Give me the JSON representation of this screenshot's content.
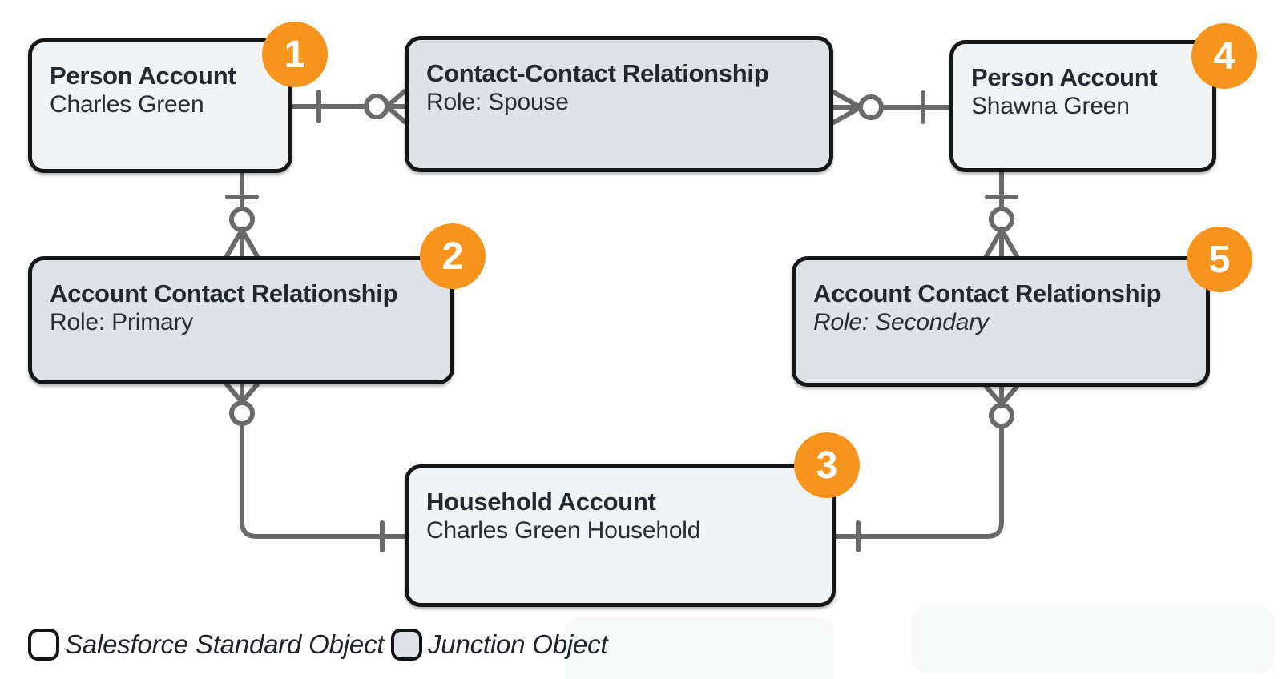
{
  "diagram": {
    "title_hint": "Salesforce person-account household relationship ER diagram",
    "colors": {
      "badge_orange": "#F7941E",
      "connector_gray": "#6A6A6A",
      "standard_object_fill": "#F2F3F5",
      "junction_object_fill": "#DFE2E6",
      "box_border": "#151618",
      "text": "#232930"
    },
    "entities": [
      {
        "id": "person-account-1",
        "title": "Person Account",
        "subtitle": "Charles Green",
        "badge": "1",
        "object_type": "standard"
      },
      {
        "id": "contact-contact-relationship",
        "title": "Contact-Contact Relationship",
        "subtitle": "Role: Spouse",
        "badge": "",
        "object_type": "junction"
      },
      {
        "id": "household-account",
        "title": "Household Account",
        "subtitle": "Charles Green Household",
        "badge": "3",
        "object_type": "standard"
      },
      {
        "id": "person-account-2",
        "title": "Person Account",
        "subtitle": "Shawna Green",
        "badge": "4",
        "object_type": "standard"
      },
      {
        "id": "account-contact-relationship-primary",
        "title": "Account Contact Relationship",
        "subtitle": "Role: Primary",
        "badge": "2",
        "object_type": "junction"
      },
      {
        "id": "account-contact-relationship-secondary",
        "title": "Account Contact Relationship",
        "subtitle": "Role: Secondary",
        "badge": "5",
        "object_type": "junction"
      }
    ],
    "connectors": [
      {
        "name": "person1-to-contact-contact",
        "from": "person-account-1",
        "to": "contact-contact-relationship",
        "from_cardinality": "one",
        "to_cardinality": "zero-or-many"
      },
      {
        "name": "contact-contact-to-person2",
        "from": "contact-contact-relationship",
        "to": "person-account-2",
        "from_cardinality": "zero-or-many",
        "to_cardinality": "one"
      },
      {
        "name": "person1-to-acr-primary",
        "from": "person-account-1",
        "to": "account-contact-relationship-primary",
        "from_cardinality": "one",
        "to_cardinality": "zero-or-many"
      },
      {
        "name": "person2-to-acr-secondary",
        "from": "person-account-2",
        "to": "account-contact-relationship-secondary",
        "from_cardinality": "one",
        "to_cardinality": "zero-or-many"
      },
      {
        "name": "acr-primary-to-household",
        "from": "account-contact-relationship-primary",
        "to": "household-account",
        "from_cardinality": "zero-or-many",
        "to_cardinality": "one"
      },
      {
        "name": "acr-secondary-to-household",
        "from": "account-contact-relationship-secondary",
        "to": "household-account",
        "from_cardinality": "zero-or-many",
        "to_cardinality": "one"
      }
    ],
    "legend": [
      {
        "label": "Salesforce Standard Object",
        "swatch": "standard"
      },
      {
        "label": "Junction Object",
        "swatch": "junction"
      }
    ]
  }
}
